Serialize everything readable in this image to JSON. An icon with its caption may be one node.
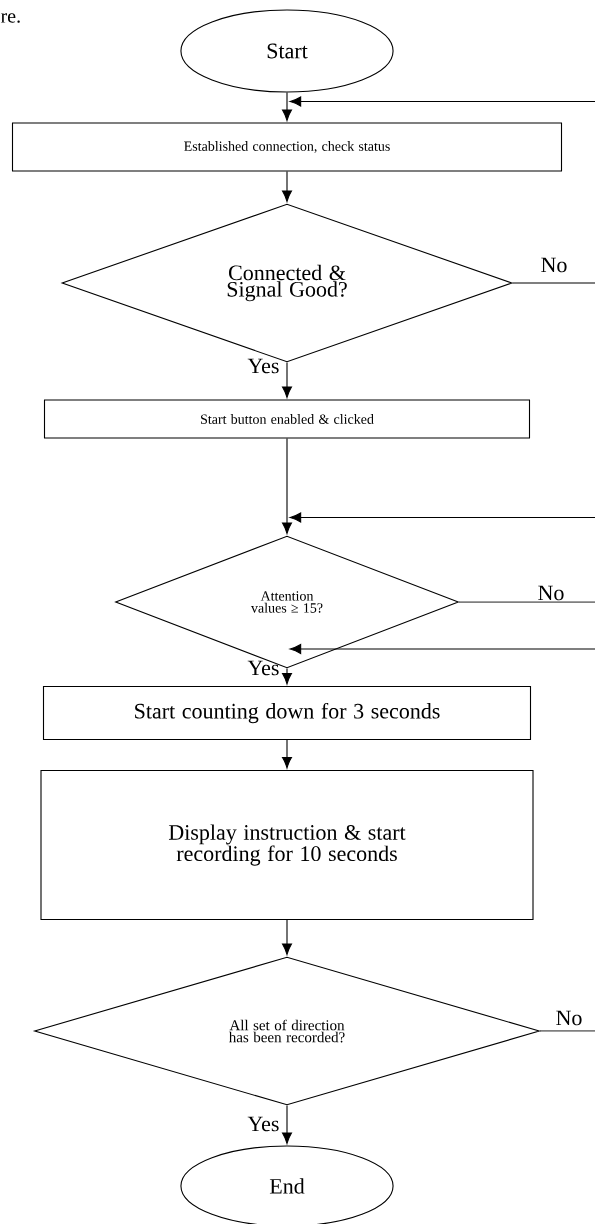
{
  "diagram": {
    "nodes": [
      {
        "text": [
          "Start"
        ]
      },
      {
        "text": [
          "Established connection, check status"
        ]
      },
      {
        "text": [
          "Connected & Signal Good?"
        ]
      },
      {
        "text": [
          "Start button enabled & clicked"
        ]
      },
      {
        "text": [
          "Attention values ≥ 15?"
        ]
      },
      {
        "text": [
          "Start counting down for 3 seconds"
        ]
      },
      {
        "text": [
          "Display instruction & start recording for 10 seconds"
        ]
      },
      {
        "text": [
          "All set of direction has been recorded?"
        ]
      },
      {
        "text": [
          "End"
        ]
      }
    ],
    "edges": [
      {
        "from": 0,
        "to": 1,
        "arrow": "to"
      },
      {
        "from": null,
        "to": 1,
        "arrow": "to"
      },
      {
        "from": 1,
        "to": 2,
        "arrow": "to"
      },
      {
        "from": 2,
        "to": null,
        "arrow": "none",
        "label": "No"
      },
      {
        "from": 2,
        "to": 3,
        "arrow": "to",
        "label": "Yes"
      },
      {
        "from": 3,
        "to": 4,
        "arrow": "to"
      },
      {
        "from": null,
        "to": 4,
        "arrow": "to"
      },
      {
        "from": 4,
        "to": null,
        "arrow": "none",
        "label": "No"
      },
      {
        "from": 4,
        "to": 5,
        "arrow": "to",
        "label": "Yes"
      },
      {
        "from": null,
        "to": 5,
        "arrow": "to"
      },
      {
        "from": 5,
        "to": 6,
        "arrow": "to"
      },
      {
        "from": 6,
        "to": 7,
        "arrow": "to"
      },
      {
        "from": 7,
        "to": null,
        "arrow": "none",
        "label": "No"
      },
      {
        "from": 7,
        "to": 8,
        "arrow": "to",
        "label": "Yes"
      }
    ],
    "labels": [
      "re."
    ]
  }
}
